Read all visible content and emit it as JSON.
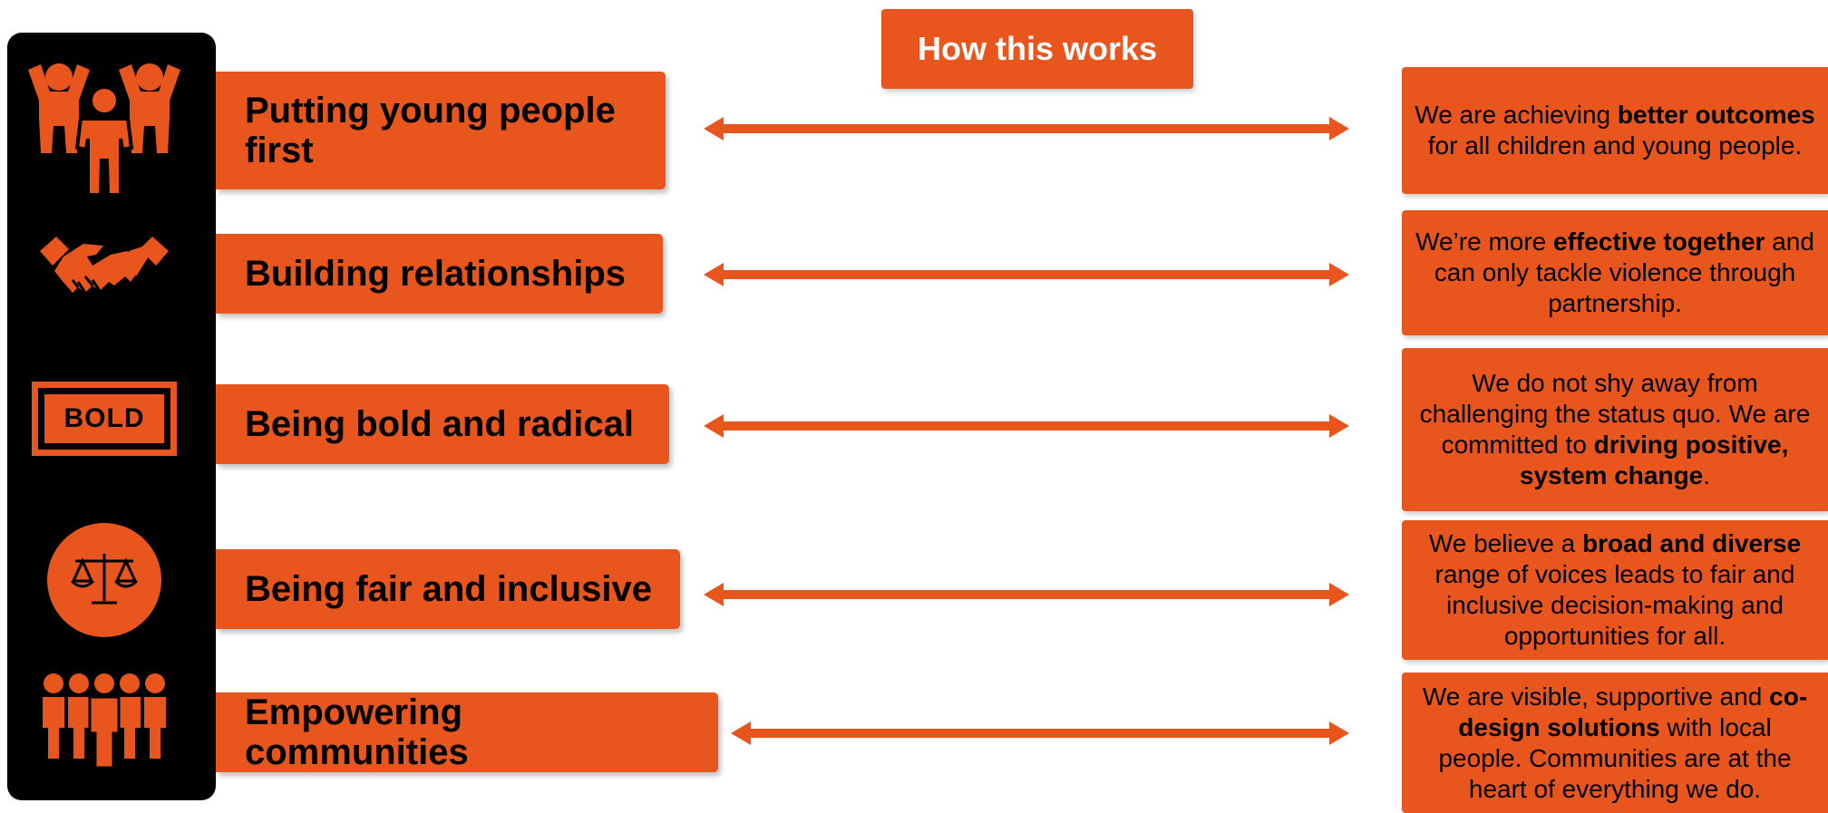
{
  "colors": {
    "accent": "#E8561E",
    "dark": "#000000",
    "text": "#000000",
    "background": "#FFFFFF"
  },
  "header": {
    "title": "How this works"
  },
  "rows": [
    {
      "icon": "children-icon",
      "label": "Putting young people first",
      "desc": [
        {
          "t": "We are achieving ",
          "b": false
        },
        {
          "t": "better outcomes",
          "b": true
        },
        {
          "t": " for all children and young people.",
          "b": false
        }
      ]
    },
    {
      "icon": "handshake-icon",
      "label": "Building relationships",
      "desc": [
        {
          "t": "We’re more ",
          "b": false
        },
        {
          "t": "effective together",
          "b": true
        },
        {
          "t": " and can only tackle violence through partnership.",
          "b": false
        }
      ]
    },
    {
      "icon": "bold-badge-icon",
      "icon_text": "BOLD",
      "label": "Being bold and radical",
      "desc": [
        {
          "t": "We do not shy away from challenging the status quo. We are committed to ",
          "b": false
        },
        {
          "t": "driving positive, system change",
          "b": true
        },
        {
          "t": ".",
          "b": false
        }
      ]
    },
    {
      "icon": "scales-icon",
      "label": "Being fair and inclusive",
      "desc": [
        {
          "t": "We believe a ",
          "b": false
        },
        {
          "t": "broad and diverse",
          "b": true
        },
        {
          "t": " range of voices leads to fair and inclusive decision-making and opportunities for all.",
          "b": false
        }
      ]
    },
    {
      "icon": "community-icon",
      "label": "Empowering communities",
      "desc": [
        {
          "t": "We are visible, supportive and ",
          "b": false
        },
        {
          "t": "co-design solutions",
          "b": true
        },
        {
          "t": " with local people. Communities are at the heart of everything we do.",
          "b": false
        }
      ]
    }
  ]
}
